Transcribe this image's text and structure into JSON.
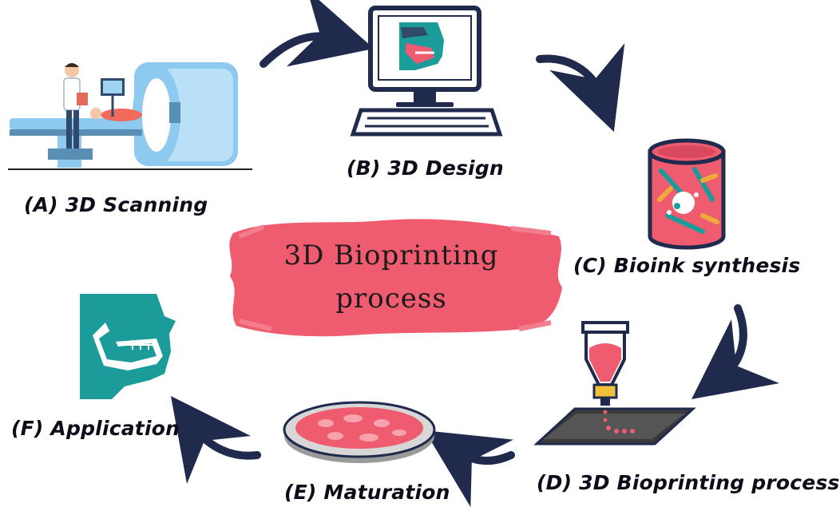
{
  "center": {
    "line1": "3D Bioprinting",
    "line2": "process"
  },
  "steps": [
    {
      "label": "(A) 3D Scanning"
    },
    {
      "label": "(B) 3D Design"
    },
    {
      "label": "(C) Bioink synthesis"
    },
    {
      "label": "(D) 3D Bioprinting process"
    },
    {
      "label": "(E) Maturation"
    },
    {
      "label": "(F) Application"
    }
  ],
  "colors": {
    "arrow": "#1f2a4d",
    "accent": "#ef5b6f",
    "teal": "#1c9b9b",
    "navy": "#1f2a4d",
    "scanner": "#8ec9ef"
  },
  "icons": [
    "mri-scanner-icon",
    "computer-design-icon",
    "bioink-cylinder-icon",
    "bioprinter-nozzle-icon",
    "petri-dish-icon",
    "jaw-profile-icon"
  ]
}
